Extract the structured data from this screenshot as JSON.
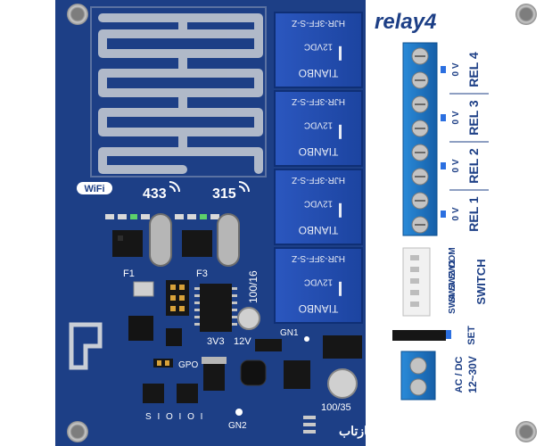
{
  "board": {
    "brand": "relay4",
    "colors": {
      "pcb": "#1d3f86",
      "pcb_edge": "#16326e",
      "trace": "#b8c0cc",
      "silk": "#ffffff",
      "relay": "#2450b8",
      "relay_dark": "#173a8c",
      "terminal": "#1e78c8",
      "chip": "#1a1a1a",
      "white_area": "#ffffff"
    },
    "antenna_labels": {
      "f433": "433",
      "f315": "315"
    },
    "wifi_logo": "WiFi",
    "relays": [
      {
        "model": "HJR-3FF-S-Z",
        "maker": "TIANBO",
        "voltage": "12VDC"
      },
      {
        "model": "HJR-3FF-S-Z",
        "maker": "TIANBO",
        "voltage": "12VDC"
      },
      {
        "model": "HJR-3FF-S-Z",
        "maker": "TIANBO",
        "voltage": "12VDC"
      },
      {
        "model": "HJR-3FF-S-Z",
        "maker": "TIANBO",
        "voltage": "12VDC"
      }
    ],
    "relay_outputs": [
      {
        "name": "REL 4",
        "volt": "0 V"
      },
      {
        "name": "REL 3",
        "volt": "0 V"
      },
      {
        "name": "REL 2",
        "volt": "0 V"
      },
      {
        "name": "REL 1",
        "volt": "0 V"
      }
    ],
    "switch": {
      "title": "SWITCH",
      "pins": [
        "COM",
        "SW1",
        "SW2",
        "SW3",
        "SW4"
      ]
    },
    "set_label": "SET",
    "power": {
      "line1": "AC / DC",
      "line2": "12~30V"
    },
    "labels": {
      "f1": "F1",
      "f3": "F3",
      "cap_100_16": "100/16",
      "v33": "3V3",
      "v12": "12V",
      "gn1": "GN1",
      "gpo": "GPO",
      "gn2": "GN2",
      "cap_100_35": "100/35",
      "sioo": "S I O I O I",
      "logo_text": "بازتاب"
    }
  }
}
